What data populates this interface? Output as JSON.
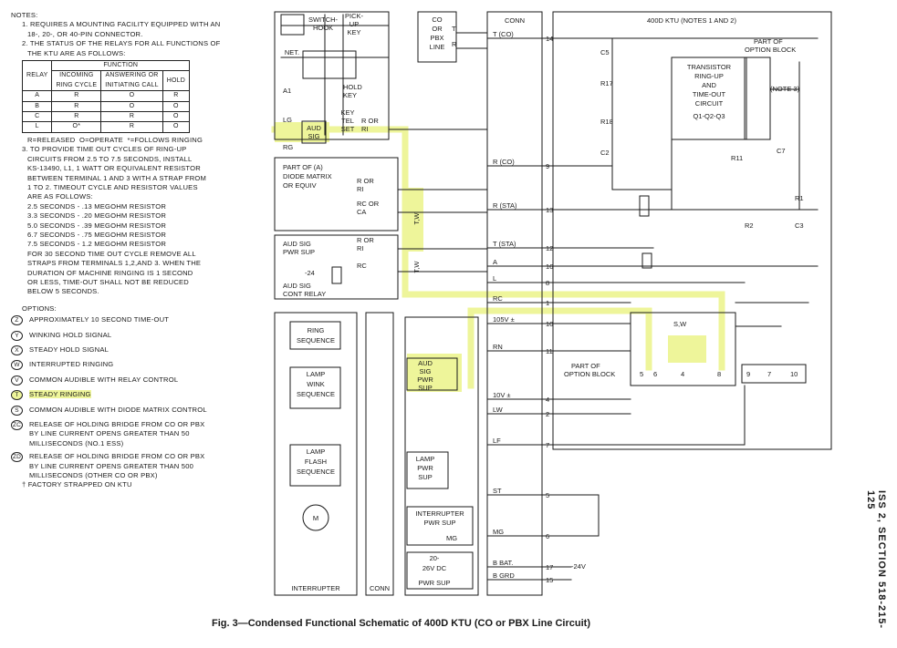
{
  "notes": {
    "heading": "NOTES:",
    "n1": [
      "1. REQUIRES A MOUNTING FACILITY EQUIPPED WITH AN",
      "18-, 20-, OR 40-PIN CONNECTOR."
    ],
    "n2": [
      "2. THE STATUS OF THE RELAYS FOR ALL FUNCTIONS OF",
      "THE KTU ARE AS FOLLOWS:"
    ],
    "table": {
      "function_header": "FUNCTION",
      "col_relay": "RELAY",
      "col_incoming": [
        "INCOMING",
        "RING CYCLE"
      ],
      "col_answering": [
        "ANSWERING OR",
        "INITIATING CALL"
      ],
      "col_hold": "HOLD",
      "rows": [
        [
          "A",
          "R",
          "O",
          "R"
        ],
        [
          "B",
          "R",
          "O",
          "O"
        ],
        [
          "C",
          "R",
          "R",
          "O"
        ],
        [
          "L",
          "O*",
          "R",
          "O"
        ]
      ]
    },
    "legend": "R=RELEASED  O=OPERATE  *=FOLLOWS RINGING",
    "n3": [
      "3. TO PROVIDE TIME OUT CYCLES OF RING-UP",
      "CIRCUITS FROM 2.5 TO 7.5 SECONDS, INSTALL",
      "KS-13490, L1, 1 WATT OR EQUIVALENT RESISTOR",
      "BETWEEN TERMINAL 1 AND 3 WITH A STRAP FROM",
      "1 TO 2. TIMEOUT CYCLE AND RESISTOR VALUES",
      "ARE AS FOLLOWS:",
      "2.5 SECONDS - .13 MEGOHM RESISTOR",
      "3.3 SECONDS - .20 MEGOHM RESISTOR",
      "5.0 SECONDS - .39 MEGOHM RESISTOR",
      "6.7 SECONDS - .75 MEGOHM RESISTOR",
      "7.5 SECONDS - 1.2 MEGOHM RESISTOR",
      "FOR 30 SECOND TIME OUT CYCLE REMOVE ALL",
      "STRAPS FROM TERMINALS 1,2,AND 3. WHEN THE",
      "DURATION OF MACHINE RINGING IS 1 SECOND",
      "OR LESS, TIME-OUT SHALL NOT BE REDUCED",
      "BELOW 5 SECONDS."
    ],
    "options_heading": "OPTIONS:",
    "options": [
      {
        "sym": "Z",
        "text": [
          "APPROXIMATELY 10 SECOND TIME-OUT"
        ]
      },
      {
        "sym": "Y",
        "text": [
          "WINKING HOLD SIGNAL"
        ]
      },
      {
        "sym": "X",
        "text": [
          "STEADY HOLD SIGNAL"
        ]
      },
      {
        "sym": "W",
        "text": [
          "INTERRUPTED RINGING"
        ]
      },
      {
        "sym": "V",
        "text": [
          "COMMON AUDIBLE WITH RELAY CONTROL"
        ]
      },
      {
        "sym": "T",
        "text": [
          "STEADY RINGING"
        ]
      },
      {
        "sym": "S",
        "text": [
          "COMMON AUDIBLE WITH DIODE MATRIX CONTROL"
        ]
      },
      {
        "sym": "ZC",
        "text": [
          "RELEASE OF HOLDING BRIDGE FROM CO OR PBX",
          "BY LINE CURRENT OPENS GREATER THAN 50",
          "MILLISECONDS (NO.1 ESS)"
        ]
      },
      {
        "sym": "ZD",
        "text": [
          "RELEASE OF HOLDING BRIDGE FROM CO OR PBX",
          "BY LINE CURRENT OPENS GREATER THAN 500",
          "MILLISECONDS (OTHER CO OR PBX)"
        ]
      }
    ],
    "footnote": "† FACTORY STRAPPED ON KTU"
  },
  "diagram": {
    "switchhook": [
      "SWITCH-",
      "HOOK"
    ],
    "pickup": [
      "PICK-",
      "UP",
      "KEY"
    ],
    "net": "NET.",
    "co_line": [
      "CO",
      "OR",
      "PBX",
      "LINE"
    ],
    "t": "T",
    "r": "R",
    "conn": "CONN",
    "ktu_title": "400D KTU (NOTES 1 AND 2)",
    "hold_key": [
      "HOLD",
      "KEY"
    ],
    "a1": "A1",
    "lg": "LG",
    "rg": "RG",
    "aud_sig": [
      "AUD",
      "SIG"
    ],
    "key_tel_set": [
      "KEY",
      "TEL",
      "SET"
    ],
    "r_or_ri": [
      "R OR",
      "RI"
    ],
    "diode_matrix": [
      "PART OF (A)",
      "DIODE MATRIX",
      "OR EQUIV"
    ],
    "rc_or_ca": [
      "RC OR",
      "CA"
    ],
    "aud_sig_pwr_sup": [
      "AUD SIG",
      "PWR SUP"
    ],
    "minus24": "-24",
    "rc": "RC",
    "aud_sig_cont_relay": [
      "AUD SIG",
      "CONT RELAY"
    ],
    "tw": "T,W",
    "sw_opt": "S,W",
    "ring_sequence": [
      "RING",
      "SEQUENCE"
    ],
    "lamp_wink": [
      "LAMP",
      "WINK",
      "SEQUENCE"
    ],
    "lamp_flash": [
      "LAMP",
      "FLASH",
      "SEQUENCE"
    ],
    "motor": "M",
    "interrupter": "INTERRUPTER",
    "conn_bottom": "CONN",
    "aud_sig_pwr_sup2": [
      "AUD",
      "SIG",
      "PWR",
      "SUP"
    ],
    "lamp_pwr_sup": [
      "LAMP",
      "PWR",
      "SUP"
    ],
    "interrupter_pwr_sup": [
      "INTERRUPTER",
      "PWR SUP"
    ],
    "mg": "MG",
    "dc_supply": [
      "20-",
      "26V DC",
      "PWR SUP"
    ],
    "leads": [
      {
        "name": "T (CO)",
        "pin": "14"
      },
      {
        "name": "R (CO)",
        "pin": "9"
      },
      {
        "name": "R (STA)",
        "pin": "13"
      },
      {
        "name": "T (STA)",
        "pin": "12"
      },
      {
        "name": "A",
        "pin": "16"
      },
      {
        "name": "L",
        "pin": "8"
      },
      {
        "name": "RC",
        "pin": "1"
      },
      {
        "name": "105V ±",
        "pin": "10"
      },
      {
        "name": "RN",
        "pin": "11"
      },
      {
        "name": "10V ±",
        "pin": "4"
      },
      {
        "name": "LW",
        "pin": "2"
      },
      {
        "name": "LF",
        "pin": "7"
      },
      {
        "name": "ST",
        "pin": "5"
      },
      {
        "name": "MG",
        "pin": "6"
      },
      {
        "name": "B BAT.",
        "pin": "17"
      },
      {
        "name": "B GRD",
        "pin": "15"
      }
    ],
    "option_block": [
      "PART OF",
      "OPTION BLOCK"
    ],
    "transistor_block": [
      "TRANSISTOR",
      "RING-UP",
      "AND",
      "TIME-OUT",
      "CIRCUIT",
      "Q1-Q2-Q3"
    ],
    "note3": "(NOTE 3)",
    "components": {
      "c5": "C5",
      "r17": "R17",
      "r18": "R18",
      "c2": "C2",
      "r11": "R11",
      "r1": "R1",
      "r2": "R2",
      "c3": "C3",
      "c7": "C7"
    },
    "minus24v": "-24V",
    "ob_terminals": [
      "5",
      "6",
      "4",
      "8",
      "9",
      "7",
      "10"
    ]
  },
  "caption": "Fig. 3—Condensed Functional Schematic of 400D KTU (CO or PBX Line Circuit)",
  "side_label": "ISS 2, SECTION 518-215-125",
  "colors": {
    "highlight": "#eef59a",
    "ink": "#1a1a1a"
  }
}
